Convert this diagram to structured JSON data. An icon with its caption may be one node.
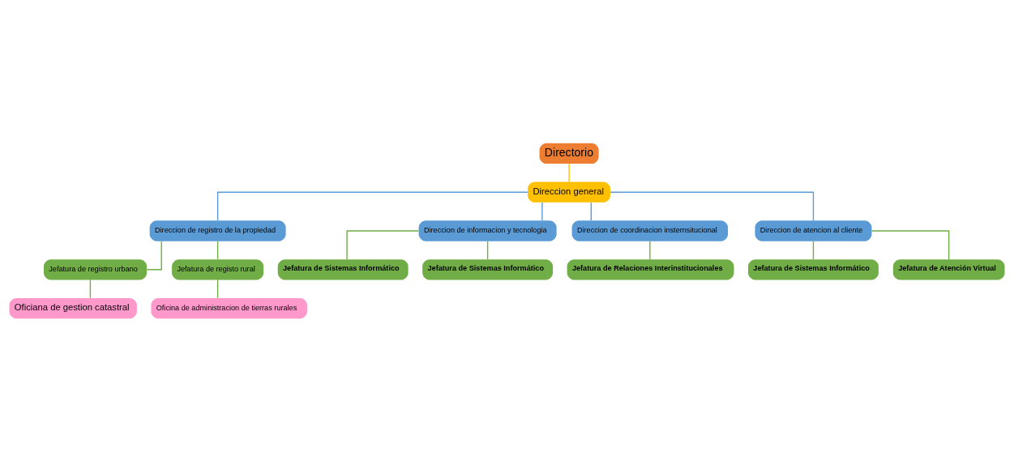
{
  "diagram": {
    "nodes": [
      {
        "text": [
          "Directorio"
        ]
      },
      {
        "text": [
          "Direccion general"
        ]
      },
      {
        "text": [
          "Direccion de registro de la propiedad"
        ]
      },
      {
        "text": [
          "Direccion de informacion y tecnologia"
        ]
      },
      {
        "text": [
          "Direccion de coordinacion insternsitucional"
        ]
      },
      {
        "text": [
          "Direccion de atencion al cliente"
        ]
      },
      {
        "text": [
          "Jefatura de registro urbano"
        ]
      },
      {
        "text": [
          "Jefatura de registo rural"
        ]
      },
      {
        "text": [
          "Jefatura de Sistemas Informático"
        ]
      },
      {
        "text": [
          "Jefatura de Sistemas Informático"
        ]
      },
      {
        "text": [
          "Jefatura de Relaciones Interinstitucionales"
        ]
      },
      {
        "text": [
          "Jefatura de Sistemas Informático"
        ]
      },
      {
        "text": [
          "Jefatura de Atención Virtual"
        ]
      },
      {
        "text": [
          "Oficiana de gestion catastral"
        ]
      },
      {
        "text": [
          "Oficina de administracion de tierras rurales"
        ]
      }
    ],
    "edges": [
      {
        "from": 0,
        "to": 1,
        "arrow": "none",
        "color": "#ffc000"
      },
      {
        "from": 1,
        "to": 2,
        "arrow": "none",
        "color": "#5b9bd5"
      },
      {
        "from": 1,
        "to": 3,
        "arrow": "none",
        "color": "#5b9bd5"
      },
      {
        "from": 1,
        "to": 4,
        "arrow": "none",
        "color": "#5b9bd5"
      },
      {
        "from": 1,
        "to": 5,
        "arrow": "none",
        "color": "#5b9bd5"
      },
      {
        "from": 2,
        "to": 6,
        "arrow": "none"
      },
      {
        "from": 2,
        "to": 7,
        "arrow": "none"
      },
      {
        "from": 3,
        "to": 8,
        "arrow": "none"
      },
      {
        "from": 3,
        "to": 9,
        "arrow": "none"
      },
      {
        "from": 4,
        "to": 10,
        "arrow": "none"
      },
      {
        "from": 5,
        "to": 11,
        "arrow": "none"
      },
      {
        "from": 5,
        "to": 12,
        "arrow": "none"
      },
      {
        "from": 6,
        "to": 13,
        "arrow": "none"
      },
      {
        "from": 7,
        "to": 14,
        "arrow": "none"
      }
    ]
  }
}
